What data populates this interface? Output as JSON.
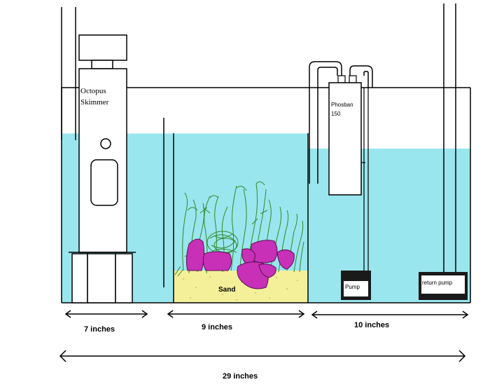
{
  "labels": {
    "skimmer_line1": "Octopus",
    "skimmer_line2": "Skimmer",
    "phosban_line1": "Phosban",
    "phosban_line2": "150",
    "sand": "Sand",
    "pump": "Pump",
    "return_pump": "return pump"
  },
  "dimensions": {
    "section1": "7 inches",
    "section2": "9 inches",
    "section3": "10 inches",
    "total": "29 inches"
  },
  "colors": {
    "water": "#99e6ee",
    "sand": "#f4f09a",
    "rock": "#c830b8",
    "plant": "#2f8a2a",
    "outline": "#000000",
    "pump_body": "#1a1a1a"
  }
}
